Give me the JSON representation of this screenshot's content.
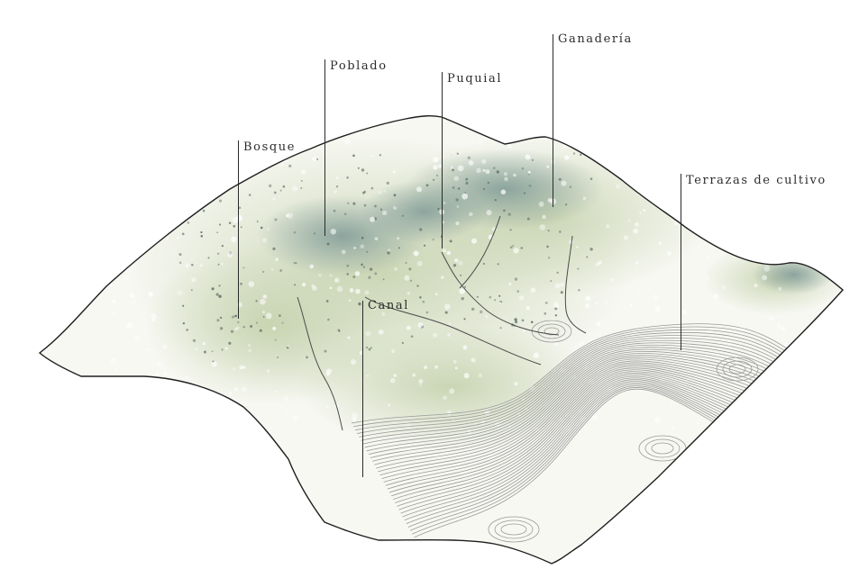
{
  "labels": {
    "poblado": "Poblado",
    "puquial": "Puquial",
    "ganaderia": "Ganadería",
    "bosque": "Bosque",
    "terrazas": "Terrazas de cultivo",
    "canal": "Canal"
  },
  "colors": {
    "outline": "#1e1e1e",
    "vegetation_light": "#dfe6cf",
    "vegetation_mid": "#c6d2ae",
    "vegetation_dark": "#8fa695",
    "forest_cluster": "#7f9a97",
    "contour": "#9a9a9a",
    "paper": "#f7f8f2"
  }
}
